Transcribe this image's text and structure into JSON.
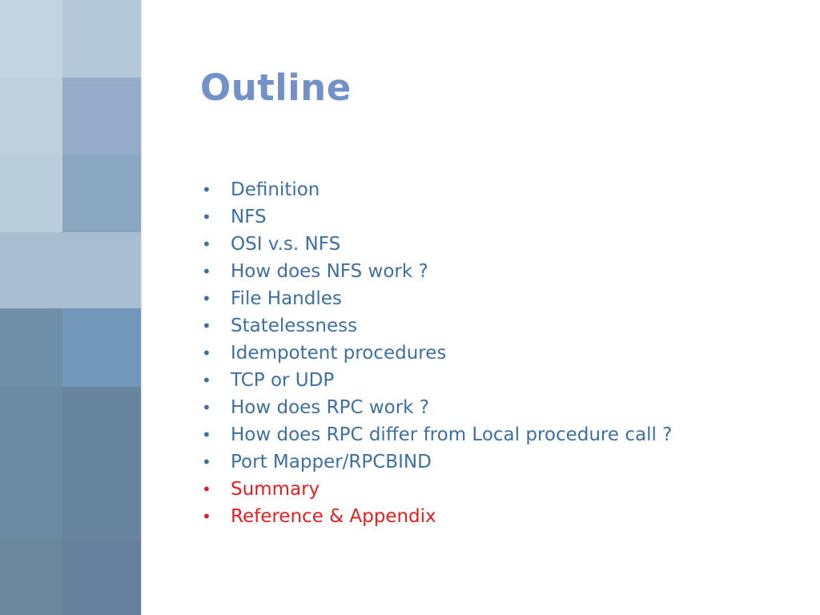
{
  "slide": {
    "title": "Outline",
    "bullets": [
      {
        "text": "Definition",
        "highlight": false
      },
      {
        "text": "NFS",
        "highlight": false
      },
      {
        "text": "OSI v.s. NFS",
        "highlight": false
      },
      {
        "text": "How does NFS work ?",
        "highlight": false
      },
      {
        "text": "File Handles",
        "highlight": false
      },
      {
        "text": "Statelessness",
        "highlight": false
      },
      {
        "text": "Idempotent procedures",
        "highlight": false
      },
      {
        "text": "TCP or UDP",
        "highlight": false
      },
      {
        "text": "How does RPC work ?",
        "highlight": false
      },
      {
        "text": "How does RPC differ from Local procedure call ?",
        "highlight": false
      },
      {
        "text": "Port Mapper/RPCBIND",
        "highlight": false
      },
      {
        "text": "Summary",
        "highlight": true
      },
      {
        "text": "Reference & Appendix",
        "highlight": true
      }
    ],
    "bullet_symbol": "•"
  },
  "colors": {
    "title": "#7391c9",
    "text": "#3d6fa1",
    "highlight": "#e41f1f"
  }
}
